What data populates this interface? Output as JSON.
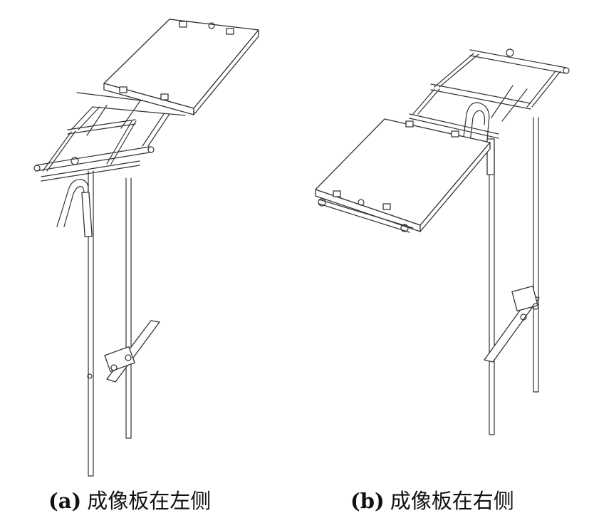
{
  "figures": [
    {
      "label": "(a)",
      "caption": "成像板在左侧"
    },
    {
      "label": "(b)",
      "caption": "成像板在右侧"
    }
  ]
}
